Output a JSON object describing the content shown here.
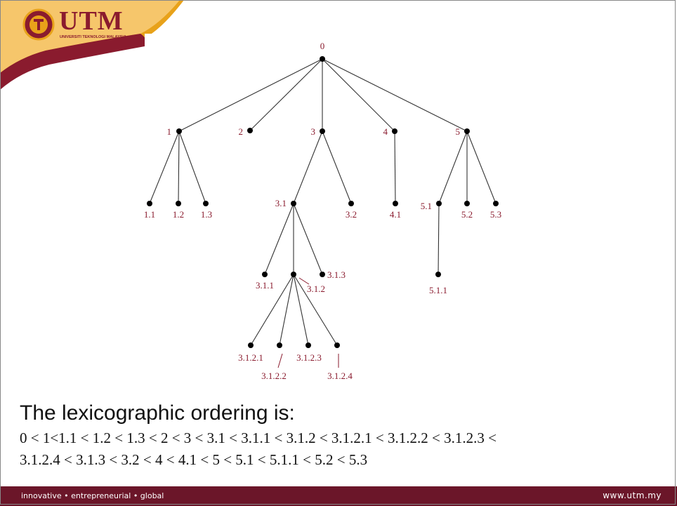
{
  "logo": {
    "name": "UTM",
    "subtitle": "UNIVERSITI TEKNOLOGI MALAYSIA",
    "brand_color": "#8a1b2e",
    "accent_color": "#e8a21a"
  },
  "tree": {
    "nodes": [
      {
        "id": "n-0",
        "label": "0",
        "parent": null
      },
      {
        "id": "n-1",
        "label": "1",
        "parent": "n-0"
      },
      {
        "id": "n-2",
        "label": "2",
        "parent": "n-0"
      },
      {
        "id": "n-3",
        "label": "3",
        "parent": "n-0"
      },
      {
        "id": "n-4",
        "label": "4",
        "parent": "n-0"
      },
      {
        "id": "n-5",
        "label": "5",
        "parent": "n-0"
      },
      {
        "id": "n-1-1",
        "label": "1.1",
        "parent": "n-1"
      },
      {
        "id": "n-1-2",
        "label": "1.2",
        "parent": "n-1"
      },
      {
        "id": "n-1-3",
        "label": "1.3",
        "parent": "n-1"
      },
      {
        "id": "n-3-1",
        "label": "3.1",
        "parent": "n-3"
      },
      {
        "id": "n-3-2",
        "label": "3.2",
        "parent": "n-3"
      },
      {
        "id": "n-4-1",
        "label": "4.1",
        "parent": "n-4"
      },
      {
        "id": "n-5-1",
        "label": "5.1",
        "parent": "n-5"
      },
      {
        "id": "n-5-2",
        "label": "5.2",
        "parent": "n-5"
      },
      {
        "id": "n-5-3",
        "label": "5.3",
        "parent": "n-5"
      },
      {
        "id": "n-3-1-1",
        "label": "3.1.1",
        "parent": "n-3-1"
      },
      {
        "id": "n-3-1-2",
        "label": "3.1.2",
        "parent": "n-3-1"
      },
      {
        "id": "n-3-1-3",
        "label": "3.1.3",
        "parent": "n-3-1"
      },
      {
        "id": "n-5-1-1",
        "label": "5.1.1",
        "parent": "n-5-1"
      },
      {
        "id": "n-3-1-2-1",
        "label": "3.1.2.1",
        "parent": "n-3-1-2"
      },
      {
        "id": "n-3-1-2-2",
        "label": "3.1.2.2",
        "parent": "n-3-1-2"
      },
      {
        "id": "n-3-1-2-3",
        "label": "3.1.2.3",
        "parent": "n-3-1-2"
      },
      {
        "id": "n-3-1-2-4",
        "label": "3.1.2.4",
        "parent": "n-3-1-2"
      }
    ],
    "label_color": "#8a1b2e"
  },
  "ordering": {
    "heading": "The lexicographic ordering is:",
    "line1": "0 < 1<1.1 < 1.2 < 1.3 < 2 < 3 < 3.1 < 3.1.1 < 3.1.2 < 3.1.2.1 < 3.1.2.2 < 3.1.2.3 <",
    "line2": "3.1.2.4 < 3.1.3 < 3.2 < 4 < 4.1 < 5 < 5.1 < 5.1.1 < 5.2 < 5.3"
  },
  "footer": {
    "tagline": "innovative • entrepreneurial • global",
    "url": "www.utm.my",
    "color": "#6b1629"
  }
}
